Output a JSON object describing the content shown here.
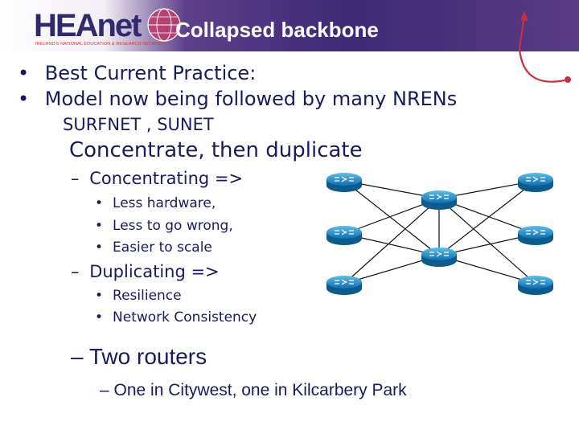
{
  "header": {
    "title": "Collapsed backbone",
    "logo_text": "HEAnet",
    "logo_tagline": "IRELAND'S NATIONAL EDUCATION & RESEARCH NETWORK"
  },
  "body": {
    "bullets": [
      {
        "marker": "•",
        "text": "Best Current Practice:"
      },
      {
        "marker": "•",
        "text": "Model now being followed by many NRENs"
      }
    ],
    "nrens": "SURFNET , SUNET",
    "heading": "Concentrate, then duplicate",
    "concentrating": {
      "marker": "–",
      "text": "Concentrating =>",
      "items": [
        "Less hardware,",
        "Less to go wrong,",
        "Easier to scale"
      ]
    },
    "duplicating": {
      "marker": "–",
      "text": "Duplicating =>",
      "items": [
        "Resilience",
        "Network Consistency"
      ]
    },
    "two_routers": {
      "marker": "–",
      "text": "Two routers"
    },
    "locations": {
      "marker": "–",
      "text": "One in Citywest, one in Kilcarbery Park"
    }
  },
  "colors": {
    "text": "#1a1a5e",
    "router_fill": "#1a8fd0",
    "header_purple": "#3c2a73"
  },
  "diagram": {
    "edge_routers": 6,
    "core_routers": 2
  }
}
